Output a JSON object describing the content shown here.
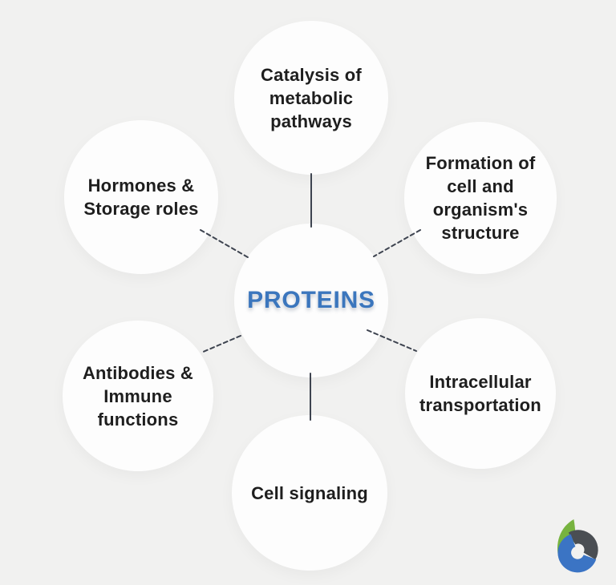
{
  "background_color": "#f1f1f0",
  "diagram": {
    "center": {
      "label": "PROTEINS",
      "text_color": "#3b76bd"
    },
    "nodes": [
      {
        "id": "catalysis-of-metabolic-pathways",
        "position": "top",
        "lines": [
          "Catalysis of",
          "metabolic",
          "pathways"
        ]
      },
      {
        "id": "formation-of-cell-and-organisms-structure",
        "position": "top-right",
        "lines": [
          "Formation of",
          "cell and",
          "organism's",
          "structure"
        ]
      },
      {
        "id": "intracellular-transportation",
        "position": "bottom-right",
        "lines": [
          "Intracellular",
          "transportation"
        ]
      },
      {
        "id": "cell-signaling",
        "position": "bottom",
        "lines": [
          "Cell signaling"
        ]
      },
      {
        "id": "antibodies-immune-functions",
        "position": "bottom-left",
        "lines": [
          "Antibodies &",
          "Immune",
          "functions"
        ]
      },
      {
        "id": "hormones-storage-roles",
        "position": "top-left",
        "lines": [
          "Hormones &",
          "Storage roles"
        ]
      }
    ],
    "node_text_color": "#1e1e1e",
    "circle_color": "#fdfdfd",
    "connector_color": "#3e4450"
  },
  "logo": {
    "name": "b-logo",
    "colors": {
      "green": "#77b33f",
      "gray": "#4a4e53",
      "blue": "#3b74c4"
    }
  }
}
